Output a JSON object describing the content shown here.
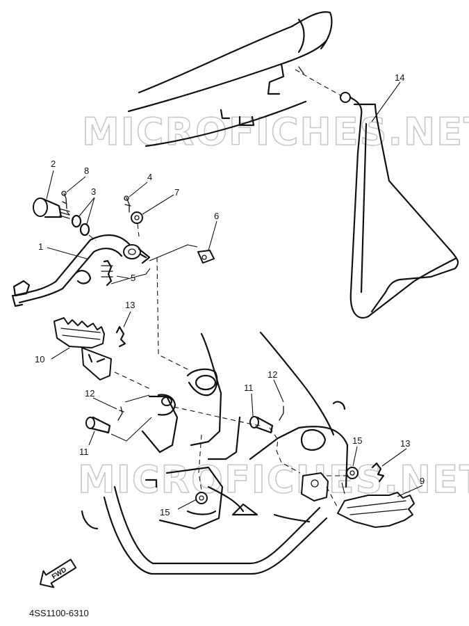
{
  "watermark": {
    "text": "MICROFICHES.NET"
  },
  "drawing_code": "4SS1100-6310",
  "fwd_label": "FWD",
  "callouts": {
    "c1": "1",
    "c2": "2",
    "c3": "3",
    "c4": "4",
    "c5": "5",
    "c6": "6",
    "c7": "7",
    "c8": "8",
    "c9": "9",
    "c10": "10",
    "c11a": "11",
    "c11b": "11",
    "c12a": "12",
    "c12b": "12",
    "c13a": "13",
    "c13b": "13",
    "c14": "14",
    "c15a": "15",
    "c15b": "15"
  }
}
